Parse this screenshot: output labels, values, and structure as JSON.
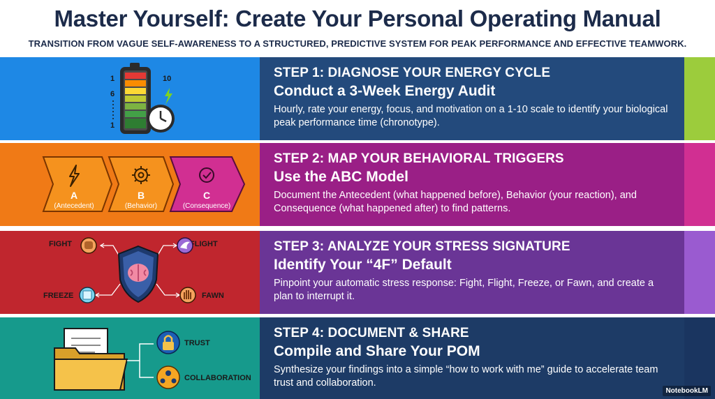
{
  "header": {
    "title": "Master Yourself: Create Your Personal Operating Manual",
    "subtitle": "TRANSITION FROM VAGUE SELF-AWARENESS TO A STRUCTURED, PREDICTIVE SYSTEM FOR PEAK PERFORMANCE AND EFFECTIVE TEAMWORK."
  },
  "steps": [
    {
      "label": "STEP 1: DIAGNOSE YOUR ENERGY CYCLE",
      "title": "Conduct a 3-Week Energy Audit",
      "description": "Hourly, rate your energy, focus, and motivation on a 1-10 scale to identify your biological peak performance time (chronotype).",
      "colors": {
        "left": "#1e88e5",
        "right": "#234a7c",
        "accent": "#9ccc3c"
      },
      "icons": [
        "battery-icon",
        "lightning-icon",
        "clock-icon"
      ],
      "scale": {
        "top": "1",
        "mid": "6",
        "bottom": "1",
        "max": "10"
      }
    },
    {
      "label": "STEP 2: MAP YOUR BEHAVIORAL TRIGGERS",
      "title": "Use the ABC Model",
      "description": "Document the Antecedent (what happened before), Behavior (your reaction), and Consequence (what happened after) to find patterns.",
      "colors": {
        "left": "#f07a16",
        "right": "#9a1f86",
        "accent": "#d12f92"
      },
      "icons": [
        "lightning-icon",
        "gear-icon",
        "check-circle-icon"
      ],
      "abc": [
        {
          "letter": "A",
          "name": "(Antecedent)"
        },
        {
          "letter": "B",
          "name": "(Behavior)"
        },
        {
          "letter": "C",
          "name": "(Consequence)"
        }
      ]
    },
    {
      "label": "STEP 3: ANALYZE YOUR STRESS SIGNATURE",
      "title": "Identify Your “4F” Default",
      "description": "Pinpoint your automatic stress response: Fight, Flight, Freeze, or Fawn, and create a plan to interrupt it.",
      "colors": {
        "left": "#c0262e",
        "right": "#6a3596",
        "accent": "#9a5bd0"
      },
      "icons": [
        "brain-shield-icon",
        "fist-icon",
        "bird-icon",
        "ice-cube-icon",
        "hand-icon"
      ],
      "responses": {
        "fight": "FIGHT",
        "flight": "FLIGHT",
        "freeze": "FREEZE",
        "fawn": "FAWN"
      }
    },
    {
      "label": "STEP 4: DOCUMENT & SHARE",
      "title": "Compile and Share Your POM",
      "description": "Synthesize your findings into a simple “how to work with me” guide to accelerate team trust and collaboration.",
      "colors": {
        "left": "#169a8c",
        "right": "#1d3b66",
        "accent": "#1a3560"
      },
      "icons": [
        "folder-icon",
        "lock-icon",
        "team-icon"
      ],
      "outcomes": {
        "trust": "TRUST",
        "collaboration": "COLLABORATION"
      }
    }
  ],
  "watermark": "NotebookLM"
}
